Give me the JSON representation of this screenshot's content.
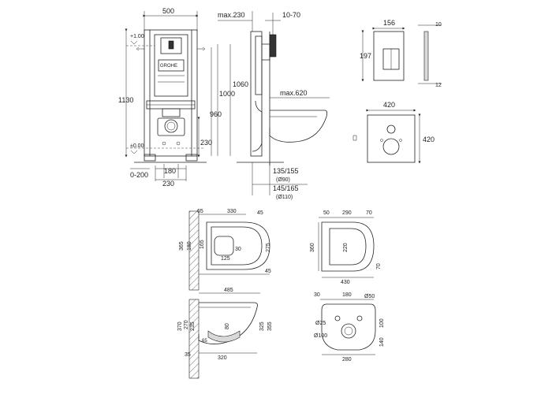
{
  "frame": {
    "dims": {
      "width_500": "500",
      "height_1130": "1130",
      "plus_100": "+1.00",
      "zero_level": "±0.00",
      "d180": "180",
      "d230": "230",
      "d0_200": "0-200",
      "d1000": "1000",
      "d960": "960",
      "d230_side": "230",
      "logo": "GROHE"
    }
  },
  "side": {
    "dims": {
      "max230": "max.230",
      "d10_70": "10-70",
      "d1060": "1060",
      "max620": "max.620",
      "d135_155": "135/155",
      "ø90": "(Ø90)",
      "d145_165": "145/165",
      "ø110": "(Ø110)"
    }
  },
  "plate": {
    "dims": {
      "w": "156",
      "h": "197",
      "t10": "10",
      "t12": "12"
    }
  },
  "mat": {
    "dims": {
      "w": "420",
      "h": "420"
    }
  },
  "bowl_top": {
    "dims": {
      "d65": "65",
      "d330": "330",
      "d45": "45",
      "d365": "365",
      "d180": "180",
      "d165": "165",
      "d275": "275",
      "d30": "30",
      "d125": "125",
      "d45b": "45"
    }
  },
  "seat_top": {
    "dims": {
      "d50": "50",
      "d290": "290",
      "d70": "70",
      "d360": "360",
      "d220": "220",
      "d70b": "70",
      "d430": "430"
    }
  },
  "bowl_side": {
    "dims": {
      "d485": "485",
      "d370": "370",
      "d270": "270",
      "d235": "235",
      "d80": "80",
      "d325": "325",
      "d355": "355",
      "d65": "65",
      "d35": "35",
      "d320": "320"
    }
  },
  "bowl_back": {
    "dims": {
      "d30": "30",
      "d180": "180",
      "d50": "Ø50",
      "d25": "Ø25",
      "d100": "Ø100",
      "d100b": "100",
      "d140": "140",
      "d280": "280"
    }
  }
}
